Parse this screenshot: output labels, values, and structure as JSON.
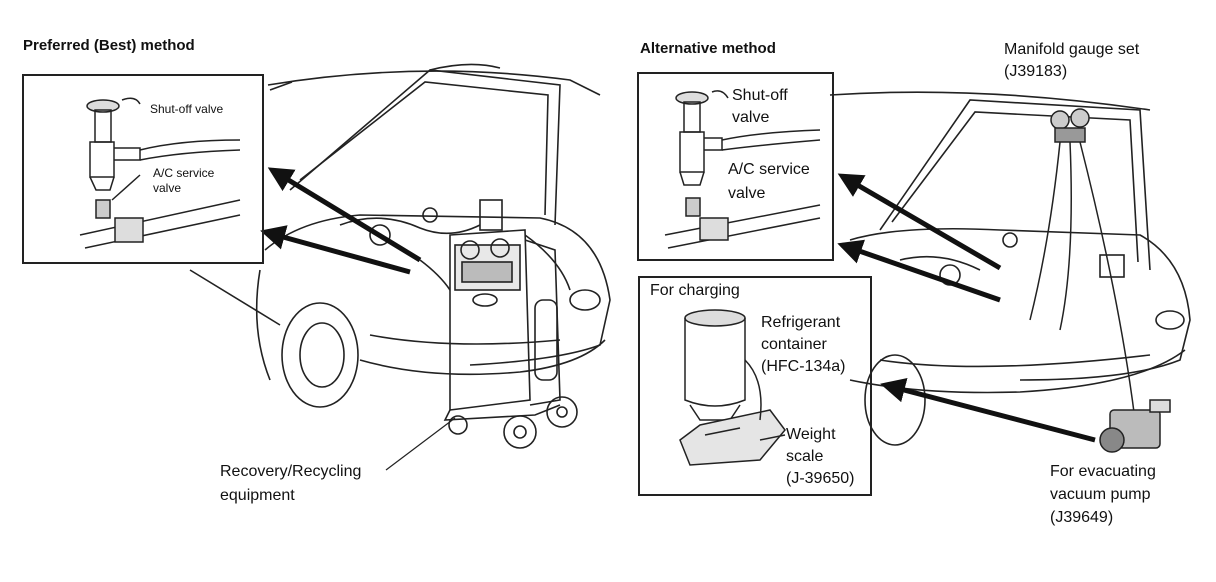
{
  "left": {
    "heading": "Preferred (Best) method",
    "inset": {
      "shutoff_label": "Shut-off valve",
      "service_label_1": "A/C service",
      "service_label_2": "valve"
    },
    "equipment_label_1": "Recovery/Recycling",
    "equipment_label_2": "equipment"
  },
  "right": {
    "heading": "Alternative method",
    "manifold_label_1": "Manifold gauge set",
    "manifold_label_2": "(J39183)",
    "inset": {
      "shutoff_label_1": "Shut-off",
      "shutoff_label_2": "valve",
      "service_label_1": "A/C service",
      "service_label_2": "valve"
    },
    "charging": {
      "title": "For charging",
      "container_1": "Refrigerant",
      "container_2": "container",
      "container_3": "(HFC-134a)",
      "scale_1": "Weight",
      "scale_2": "scale",
      "scale_3": "(J-39650)"
    },
    "vacuum_1": "For evacuating",
    "vacuum_2": "vacuum pump",
    "vacuum_3": "(J39649)"
  }
}
